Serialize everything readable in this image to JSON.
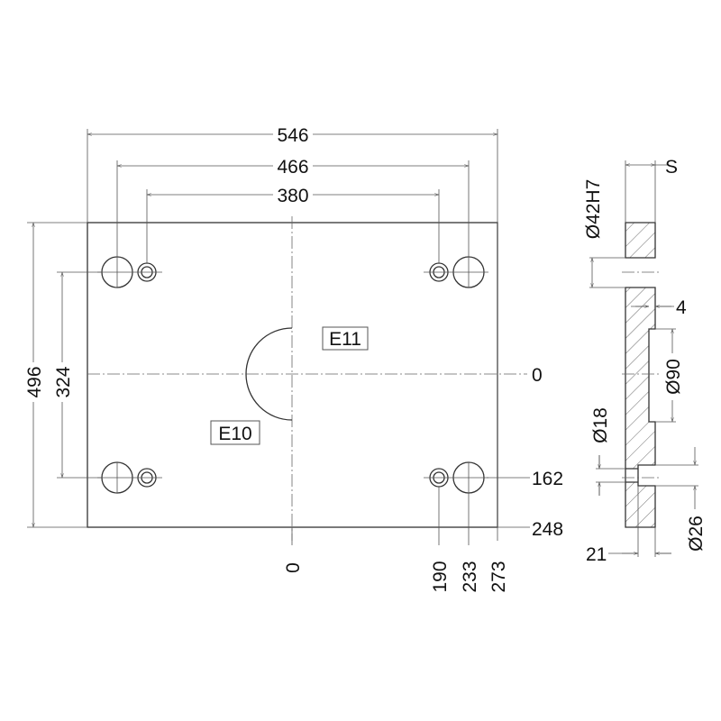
{
  "front_view": {
    "overall_width": "546",
    "outer_hole_spacing": "466",
    "inner_hole_spacing": "380",
    "overall_height": "496",
    "hole_vertical_spacing": "324",
    "label_top": "E11",
    "label_bottom": "E10",
    "ordinate_y": [
      "0",
      "162",
      "248"
    ],
    "ordinate_x": [
      "0",
      "190",
      "233",
      "273"
    ]
  },
  "side_view": {
    "thickness": "S",
    "bore": "Ø42H7",
    "recess_depth": "4",
    "recess_diameter": "Ø90",
    "hole_diameter": "Ø18",
    "counterbore_diameter": "Ø26",
    "counterbore_depth": "21"
  }
}
